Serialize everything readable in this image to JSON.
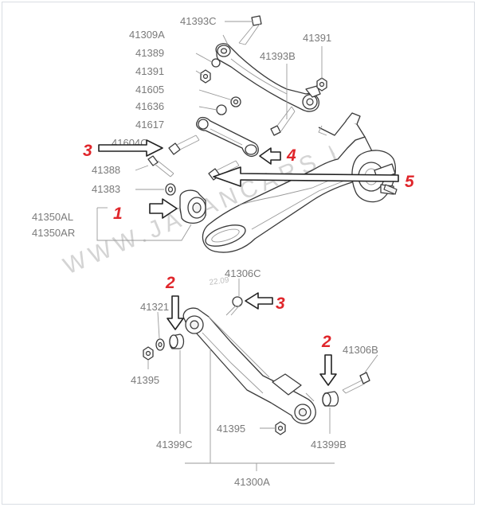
{
  "part_numbers": {
    "p41393C": "41393C",
    "p41309A": "41309A",
    "p41389": "41389",
    "p41391a": "41391",
    "p41391b": "41391",
    "p41393B": "41393B",
    "p41605": "41605",
    "p41636": "41636",
    "p41617": "41617",
    "p41604C": "41604C",
    "p41388": "41388",
    "p41383": "41383",
    "p41350AL": "41350AL",
    "p41350AR": "41350AR",
    "p41306C": "41306C",
    "p41321": "41321",
    "p41395a": "41395",
    "p41395b": "41395",
    "p41306B": "41306B",
    "p41399C": "41399C",
    "p41399B": "41399B",
    "p41300A": "41300A"
  },
  "callouts": {
    "c1": "1",
    "c2a": "2",
    "c2b": "2",
    "c3a": "3",
    "c3b": "3",
    "c4": "4",
    "c5": "5"
  },
  "watermark": {
    "text": "WWW.JAPANCARS.RU",
    "date": "22.09"
  },
  "colors": {
    "callout": "#e0262b",
    "label": "#7a7a7a",
    "line": "#9a9a9a"
  }
}
